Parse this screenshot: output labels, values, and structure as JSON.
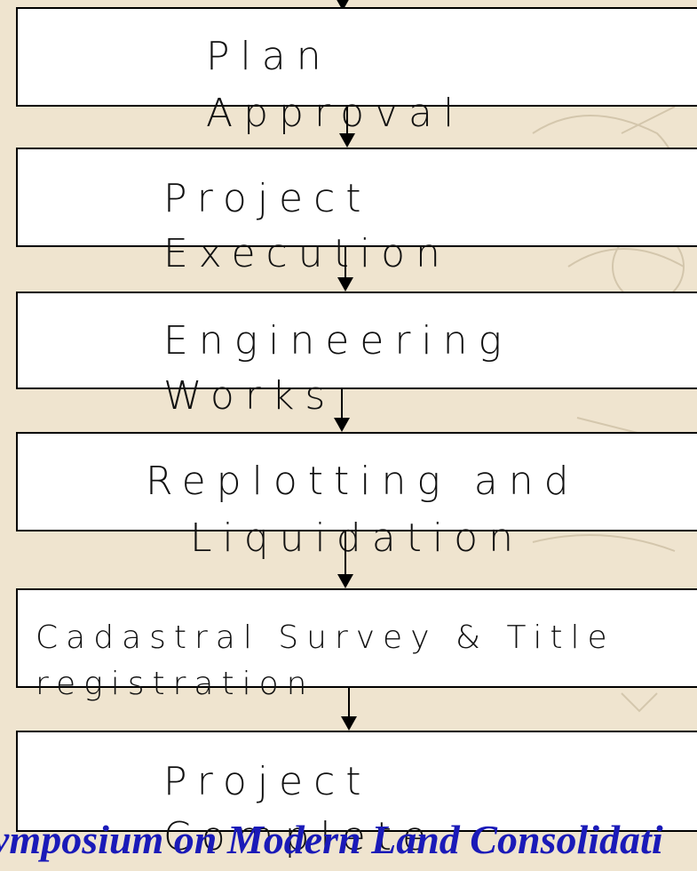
{
  "flowchart": {
    "steps": [
      {
        "line1": "Plan",
        "line2": "Approval"
      },
      {
        "line1": "Project",
        "line2": "Execution"
      },
      {
        "line1": "Engineering",
        "line2": "Works"
      },
      {
        "line1": "Replotting and",
        "line2": "Liquidation"
      },
      {
        "line1": "Cadastral Survey & Title",
        "line2": "registration"
      },
      {
        "line1": "Project",
        "line2": "Complete"
      }
    ]
  },
  "footer": {
    "text": "ymposium on Modern Land Consolidati"
  },
  "colors": {
    "background": "#efe4cf",
    "box": "#ffffff",
    "footer_text": "#1a1ab8"
  }
}
